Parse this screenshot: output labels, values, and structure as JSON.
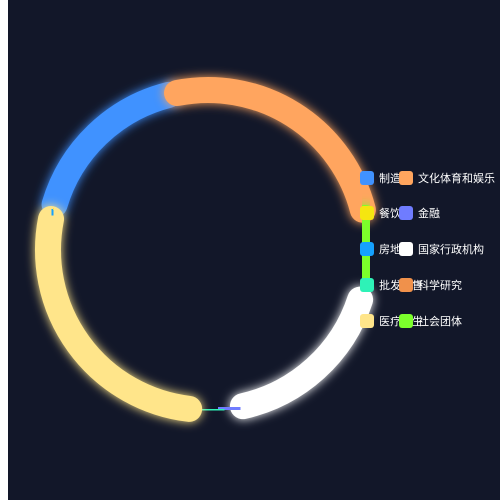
{
  "chart_data": {
    "type": "pie",
    "variant": "donut",
    "legend_position": "right",
    "categories": [
      "制造业",
      "文化体育和娱乐业",
      "社会团体",
      "科学研究",
      "国家行政机构",
      "金融",
      "批发零售",
      "医疗卫生",
      "房地产",
      "餐饮"
    ],
    "colors": [
      "#4092ff",
      "#ffa55e",
      "#7cff2c",
      "#f0914b",
      "#ffffff",
      "#6f7cff",
      "#2ef2b7",
      "#ffe58a",
      "#15a1ff",
      "#f5e610"
    ],
    "values": [
      16,
      23,
      7,
      0.6,
      16,
      1.8,
      2.4,
      25,
      0.5,
      0.1
    ],
    "legend_left": [
      "制造",
      "餐饮",
      "房地产",
      "批发零售",
      "医疗卫生"
    ],
    "legend_right": [
      "文化体育和娱乐",
      "金融",
      "国家行政机构",
      "科学研究",
      "社会团体"
    ]
  }
}
